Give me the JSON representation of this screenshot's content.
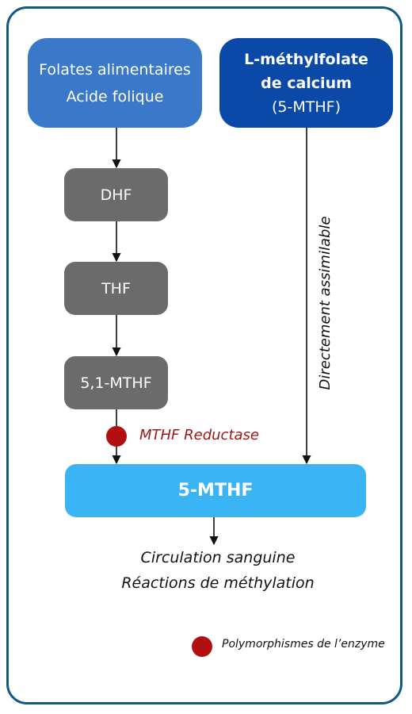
{
  "dietary": {
    "line1": "Folates alimentaires",
    "line2": "Acide folique"
  },
  "calcium": {
    "line1": "L-méthylfolate",
    "line2": "de calcium",
    "line3": "(5-MTHF)"
  },
  "steps": [
    "DHF",
    "THF",
    "5,1-MTHF"
  ],
  "enzyme": {
    "label": "MTHF Reductase"
  },
  "direct_label": "Directement assimilable",
  "target": "5-MTHF",
  "outcomes": [
    "Circulation sanguine",
    "Réactions de méthylation"
  ],
  "legend": {
    "label": "Polymorphismes de l’enzyme"
  },
  "colors": {
    "frame": "#0f5a82",
    "dietary": "#3a78c9",
    "calcium": "#0a49a8",
    "step": "#6b6b6b",
    "target": "#3ab4f4",
    "enzyme": "#b30f10"
  }
}
